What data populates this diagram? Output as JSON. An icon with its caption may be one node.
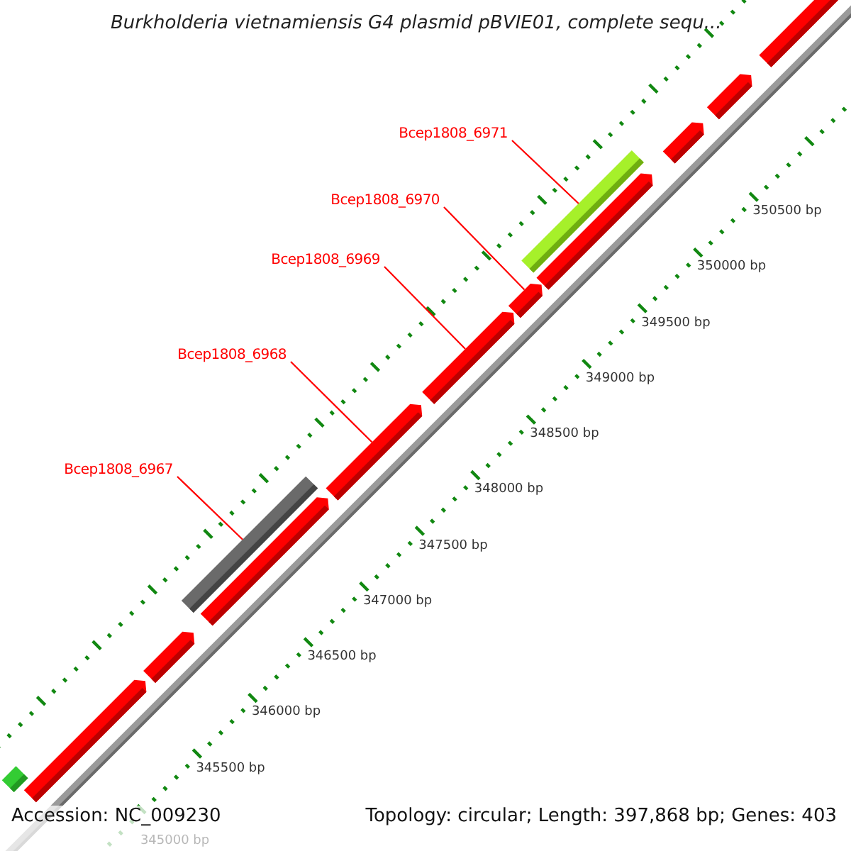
{
  "diagram": {
    "title": "Burkholderia vietnamiensis G4 plasmid pBVIE01, complete sequ...",
    "nodes": [
      {
        "text": [
          "Bcep1808_6971"
        ]
      },
      {
        "text": [
          "Bcep1808_6970"
        ]
      },
      {
        "text": [
          "Bcep1808_6969"
        ]
      },
      {
        "text": [
          "Bcep1808_6968"
        ]
      },
      {
        "text": [
          "Bcep1808_6967"
        ]
      },
      {
        "text": [],
        "shape": "bar"
      },
      {
        "text": [],
        "shape": "bar"
      },
      {
        "text": [],
        "shape": "bar"
      },
      {
        "text": [],
        "shape": "bar"
      },
      {
        "text": [],
        "shape": "bar"
      },
      {
        "text": [],
        "shape": "bar"
      },
      {
        "text": [],
        "shape": "bar"
      },
      {
        "text": [],
        "shape": "bar"
      },
      {
        "text": [],
        "shape": "bar"
      },
      {
        "text": [],
        "shape": "bar"
      },
      {
        "text": [],
        "shape": "bar"
      },
      {
        "text": [],
        "shape": "bar"
      },
      {
        "text": [],
        "shape": "bar"
      }
    ],
    "edges": [
      {
        "from": 0,
        "to": 5,
        "arrow": "none"
      },
      {
        "from": 1,
        "to": 6,
        "arrow": "none"
      },
      {
        "from": 2,
        "to": 7,
        "arrow": "none"
      },
      {
        "from": 3,
        "to": 8,
        "arrow": "none"
      },
      {
        "from": 4,
        "to": 9,
        "arrow": "none"
      }
    ],
    "labels": [
      "350500 bp",
      "350000 bp",
      "349500 bp",
      "349000 bp",
      "348500 bp",
      "348000 bp",
      "347500 bp",
      "347000 bp",
      "346500 bp",
      "346000 bp",
      "345500 bp",
      "Accession: NC_009230",
      "Topology: circular; Length: 397,868 bp; Genes: 403",
      "345000 bp"
    ]
  }
}
